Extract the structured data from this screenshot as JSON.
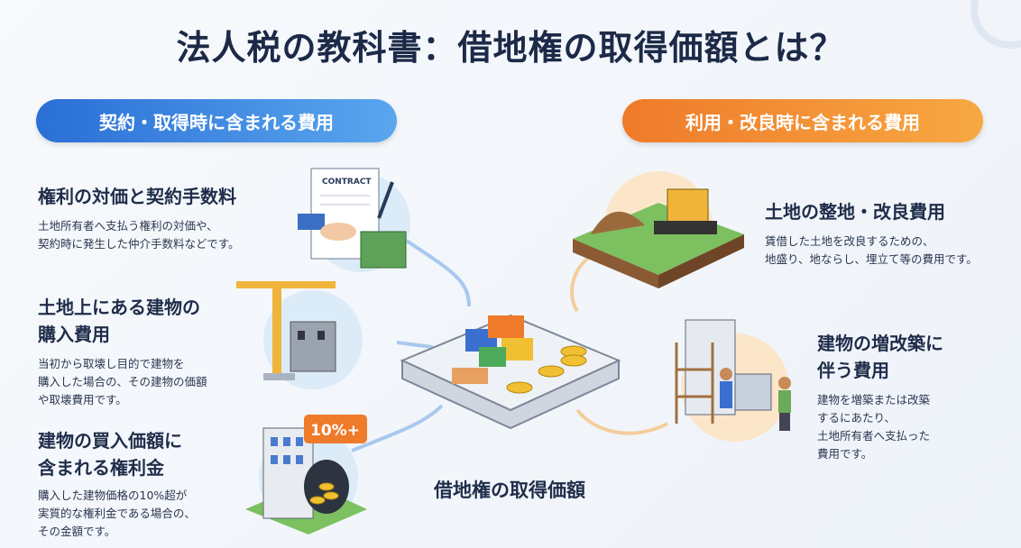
{
  "title": "法人税の教科書：借地権の取得価額とは？",
  "sections": {
    "left_label": "契約・取得時に含まれる費用",
    "right_label": "利用・改良時に含まれる費用"
  },
  "items": [
    {
      "heading": "権利の対価と契約手数料",
      "lines": [
        "土地所有者へ支払う権利の対価や、",
        "契約時に発生した仲介手数料などです。"
      ]
    },
    {
      "heading": [
        "土地上にある建物の",
        "購入費用"
      ],
      "lines": [
        "当初から取壊し目的で建物を",
        "購入した場合の、その建物の価額",
        "や取壊費用です。"
      ]
    },
    {
      "heading": [
        "建物の買入価額に",
        "含まれる権利金"
      ],
      "lines": [
        "購入した建物価格の10%超が",
        "実質的な権利金である場合の、",
        "その金額です。"
      ]
    },
    {
      "heading": "土地の整地・改良費用",
      "lines": [
        "賃借した土地を改良するための、",
        "地盛り、地ならし、埋立て等の費用です。"
      ]
    },
    {
      "heading": [
        "建物の増改築に",
        "伴う費用"
      ],
      "lines": [
        "建物を増築または改築",
        "するにあたり、",
        "土地所有者へ支払った",
        "費用です。"
      ]
    }
  ],
  "illustrations": {
    "contract_label": "CONTRACT",
    "badge": "10%+"
  },
  "center_label": "借地権の取得価額",
  "colors": {
    "blue": "#2a6fd6",
    "orange": "#ef7a2a",
    "text": "#1f2d4a"
  }
}
